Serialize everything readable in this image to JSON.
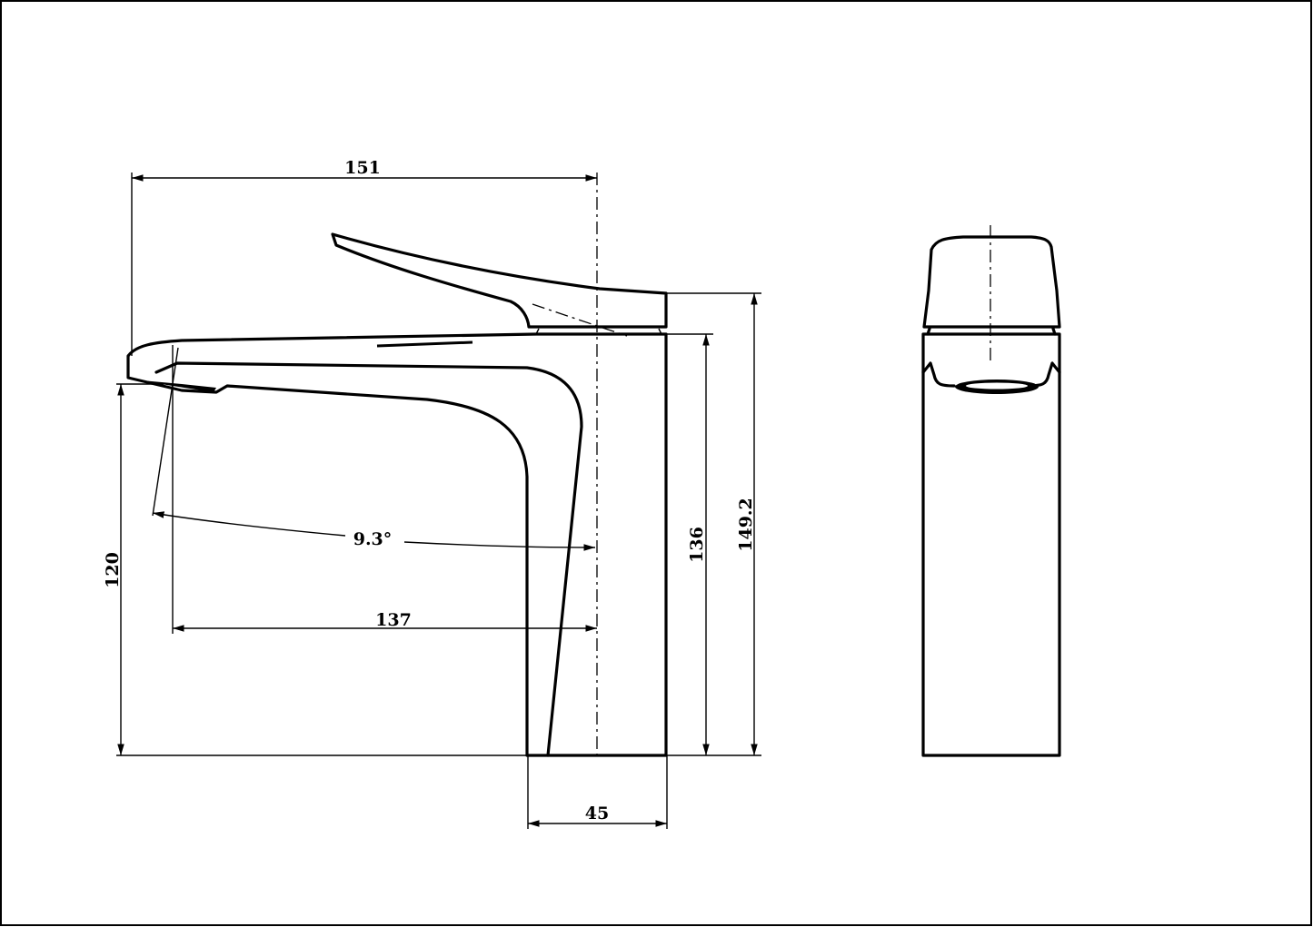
{
  "drawing": {
    "dimensions": {
      "overall_length": "151",
      "spout_angle": "9.3°",
      "spout_reach": "137",
      "spout_height": "120",
      "body_height": "136",
      "overall_height": "149.2",
      "base_width": "45"
    }
  }
}
